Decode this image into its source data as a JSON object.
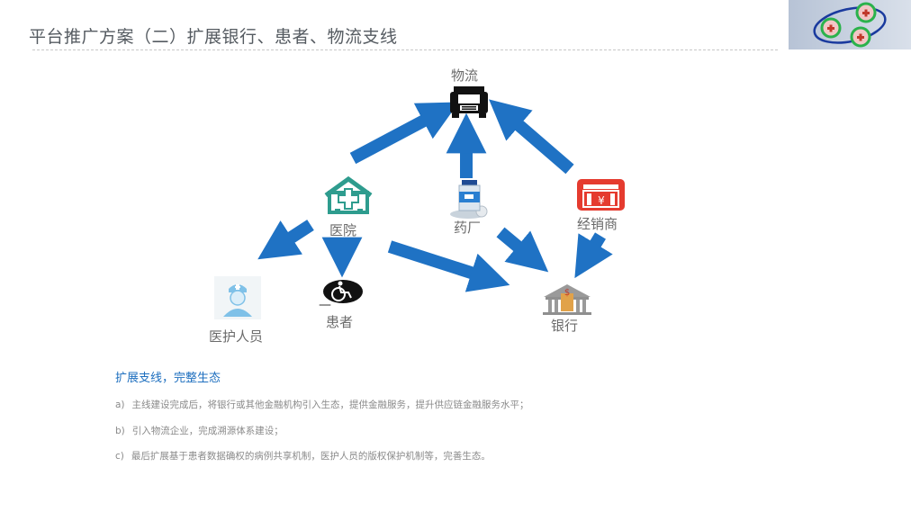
{
  "header": {
    "title": "平台推广方案（二）扩展银行、患者、物流支线"
  },
  "colors": {
    "arrow": "#1f72c4",
    "hospital_green": "#2e9c8e",
    "bank_gray": "#8f8f8f",
    "dealer_red": "#e53b2f",
    "title_gray": "#555b61",
    "accent_blue": "#1e6fbf"
  },
  "nodes": {
    "logistics": {
      "label": "物流",
      "icon": "truck-icon"
    },
    "hospital": {
      "label": "医院",
      "icon": "hospital-icon"
    },
    "pharma": {
      "label": "药厂",
      "icon": "medicine-bottle-icon"
    },
    "dealer": {
      "label": "经销商",
      "icon": "store-icon"
    },
    "medical_staff": {
      "label": "医护人员",
      "icon": "nurse-icon"
    },
    "patient": {
      "label": "患者",
      "icon": "wheelchair-icon"
    },
    "bank": {
      "label": "银行",
      "icon": "bank-icon"
    }
  },
  "edges": [
    {
      "from": "医院",
      "to": "物流"
    },
    {
      "from": "药厂",
      "to": "物流"
    },
    {
      "from": "经销商",
      "to": "物流"
    },
    {
      "from": "医院",
      "to": "医护人员"
    },
    {
      "from": "医院",
      "to": "患者"
    },
    {
      "from": "医院",
      "to": "银行"
    },
    {
      "from": "药厂",
      "to": "银行"
    },
    {
      "from": "经销商",
      "to": "银行"
    }
  ],
  "patient_prefix": "—",
  "section": {
    "title": "扩展支线，完整生态",
    "items": [
      {
        "prefix": "a)",
        "text": "主线建设完成后，将银行或其他金融机构引入生态，提供金融服务，提升供应链金融服务水平；"
      },
      {
        "prefix": "b)",
        "text": "引入物流企业，完成溯源体系建设；"
      },
      {
        "prefix": "c)",
        "text": "最后扩展基于患者数据确权的病例共享机制，医护人员的版权保护机制等，完善生态。"
      }
    ]
  }
}
